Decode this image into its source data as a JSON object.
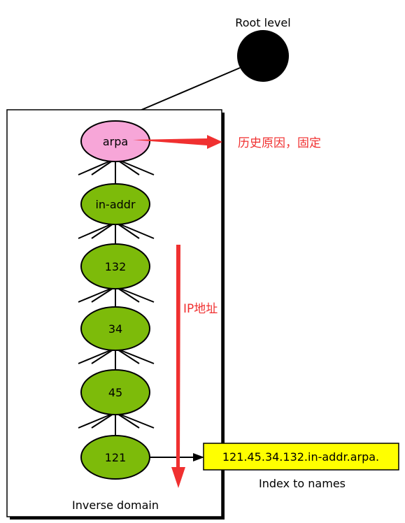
{
  "root": {
    "label": "Root level"
  },
  "nodes": [
    {
      "id": "arpa",
      "label": "arpa",
      "color": "#f7a6d8"
    },
    {
      "id": "in-addr",
      "label": "in-addr",
      "color": "#7dbb0a"
    },
    {
      "id": "n132",
      "label": "132",
      "color": "#7dbb0a"
    },
    {
      "id": "n34",
      "label": "34",
      "color": "#7dbb0a"
    },
    {
      "id": "n45",
      "label": "45",
      "color": "#7dbb0a"
    },
    {
      "id": "n121",
      "label": "121",
      "color": "#7dbb0a"
    }
  ],
  "box_label": "Inverse domain",
  "result": {
    "value": "121.45.34.132.in-addr.arpa.",
    "color": "#ffff00"
  },
  "index_label": "Index to names",
  "annotations": {
    "arpa_note": "历史原因，固定",
    "ip_note": "IP地址",
    "color": "#f03030"
  }
}
